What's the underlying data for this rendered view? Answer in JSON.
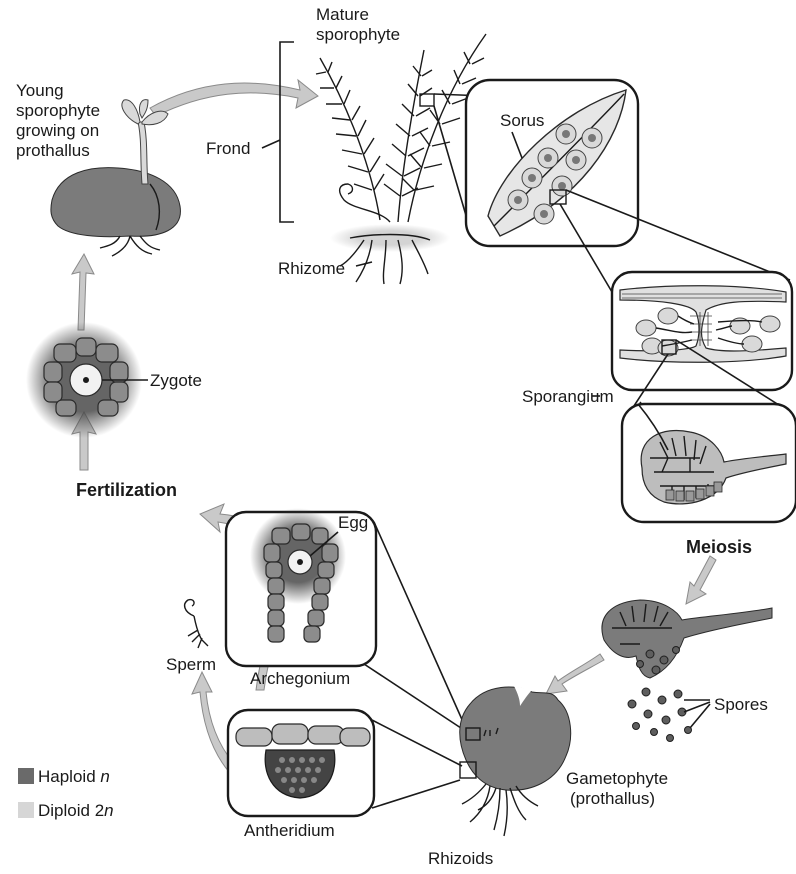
{
  "labels": {
    "mature_sporophyte_line1": "Mature",
    "mature_sporophyte_line2": "sporophyte",
    "young_line1": "Young",
    "young_line2": "sporophyte",
    "young_line3": "growing on",
    "young_line4": "prothallus",
    "frond": "Frond",
    "rhizome": "Rhizome",
    "sorus": "Sorus",
    "zygote": "Zygote",
    "sporangium": "Sporangium",
    "fertilization": "Fertilization",
    "meiosis": "Meiosis",
    "egg": "Egg",
    "sperm": "Sperm",
    "archegonium": "Archegonium",
    "spores": "Spores",
    "antheridium": "Antheridium",
    "gametophyte_line1": "Gametophyte",
    "gametophyte_line2": "(prothallus)",
    "rhizoids": "Rhizoids"
  },
  "legend": {
    "haploid_prefix": "Haploid ",
    "haploid_n": "n",
    "diploid_prefix": "Diploid 2",
    "diploid_n": "n",
    "haploid_color": "#6a6a6a",
    "diploid_color": "#d6d6d6"
  }
}
